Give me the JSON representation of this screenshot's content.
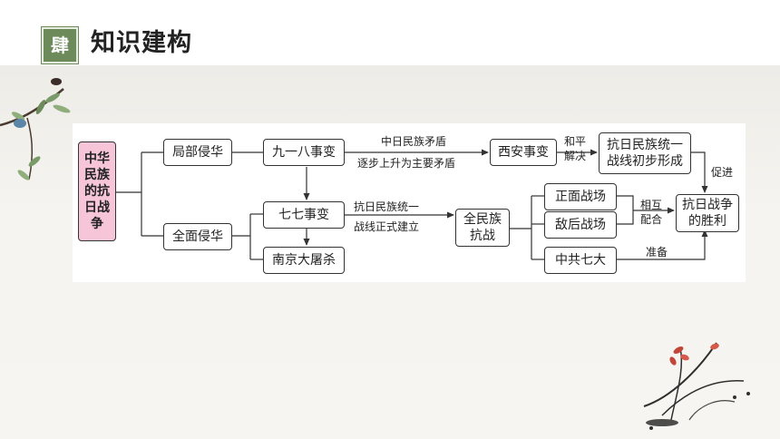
{
  "header": {
    "badge": "肆",
    "title": "知识建构"
  },
  "diagram": {
    "nodes": {
      "root": "中华\n民族\n的抗\n日战\n争",
      "local": "局部侵华",
      "full": "全面侵华",
      "sep18": "九一八事变",
      "xian": "西安事变",
      "initial": "抗日民族统一\n战线初步形成",
      "jul7": "七七事变",
      "nanjing": "南京大屠杀",
      "allnation": "全民族\n抗战",
      "front": "正面战场",
      "rear": "敌后战场",
      "seventh": "中共七大",
      "victory": "抗日战争\n的胜利"
    },
    "labels": {
      "conflict_top": "中日民族矛盾",
      "conflict_bottom": "逐步上升为主要矛盾",
      "peace": "和平\n解决",
      "promote": "促进",
      "formed_top": "抗日民族统一",
      "formed_bottom": "战线正式建立",
      "coop": "相互\n配合",
      "prepare": "准备"
    }
  }
}
